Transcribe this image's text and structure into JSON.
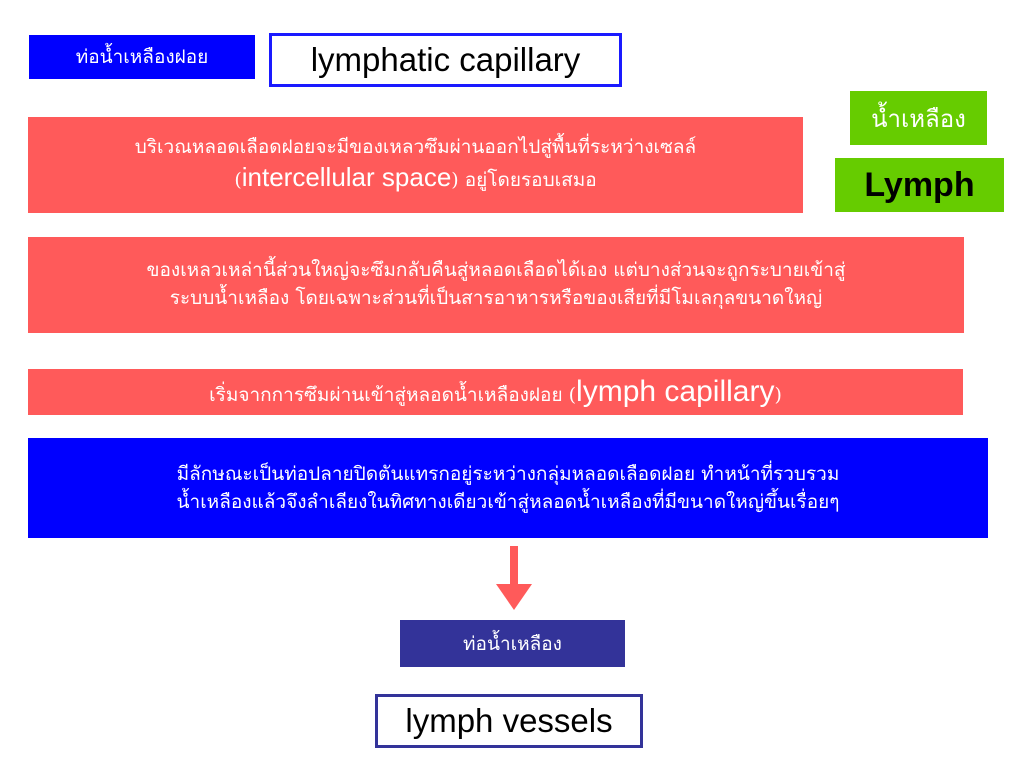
{
  "header": {
    "thai_label": "ท่อน้ำเหลืองฝอย",
    "english_label": "lymphatic capillary"
  },
  "lymph": {
    "thai_label": "น้ำเหลือง",
    "english_label": "Lymph"
  },
  "box1": {
    "line1": "บริเวณหลอดเลือดฝอยจะมีของเหลวซึมผ่านออกไปสู่พื้นที่ระหว่างเซลล์",
    "open_paren": "(",
    "term": "intercellular space",
    "close_paren": ")",
    "line2_rest": " อยู่โดยรอบเสมอ"
  },
  "box2": {
    "line1": "ของเหลวเหล่านี้ส่วนใหญ่จะซึมกลับคืนสู่หลอดเลือดได้เอง แต่บางส่วนจะถูกระบายเข้าสู่",
    "line2": "ระบบน้ำเหลือง โดยเฉพาะส่วนที่เป็นสารอาหารหรือของเสียที่มีโมเลกุลขนาดใหญ่"
  },
  "box3": {
    "text_before": "เริ่มจากการซึมผ่านเข้าสู่หลอดน้ำเหลืองฝอย (",
    "term": "lymph capillary",
    "close_paren": ")"
  },
  "box4": {
    "line1": "มีลักษณะเป็นท่อปลายปิดตันแทรกอยู่ระหว่างกลุ่มหลอดเลือดฝอย ทำหน้าที่รวบรวม",
    "line2": "น้ำเหลืองแล้วจึงลำเลียงในทิศทางเดียวเข้าสู่หลอดน้ำเหลืองที่มีขนาดใหญ่ขึ้นเรื่อยๆ"
  },
  "vessels": {
    "thai_label": "ท่อน้ำเหลือง",
    "english_label": "lymph vessels"
  },
  "colors": {
    "blue_box": "#0000ff",
    "red_box": "#ff5a5a",
    "green_box": "#66cc00",
    "navy_box": "#333399",
    "arrow": "#ff5a5a"
  },
  "icons": {
    "arrow": "down-arrow-icon"
  }
}
